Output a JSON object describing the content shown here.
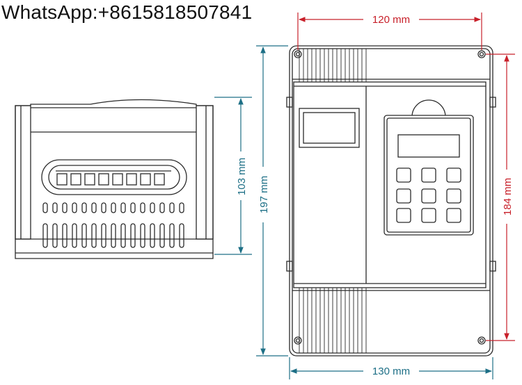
{
  "contact": "WhatsApp:+8615818507841",
  "dimensions": {
    "top_width": "120 mm",
    "bottom_width": "130 mm",
    "overall_height": "197 mm",
    "inner_height": "184 mm",
    "side_depth": "103 mm"
  },
  "colors": {
    "dimension_red": "#c8202a",
    "dimension_blue": "#1d6f86",
    "outline": "#2a2a2a",
    "panel_fill": "#ffffff"
  }
}
